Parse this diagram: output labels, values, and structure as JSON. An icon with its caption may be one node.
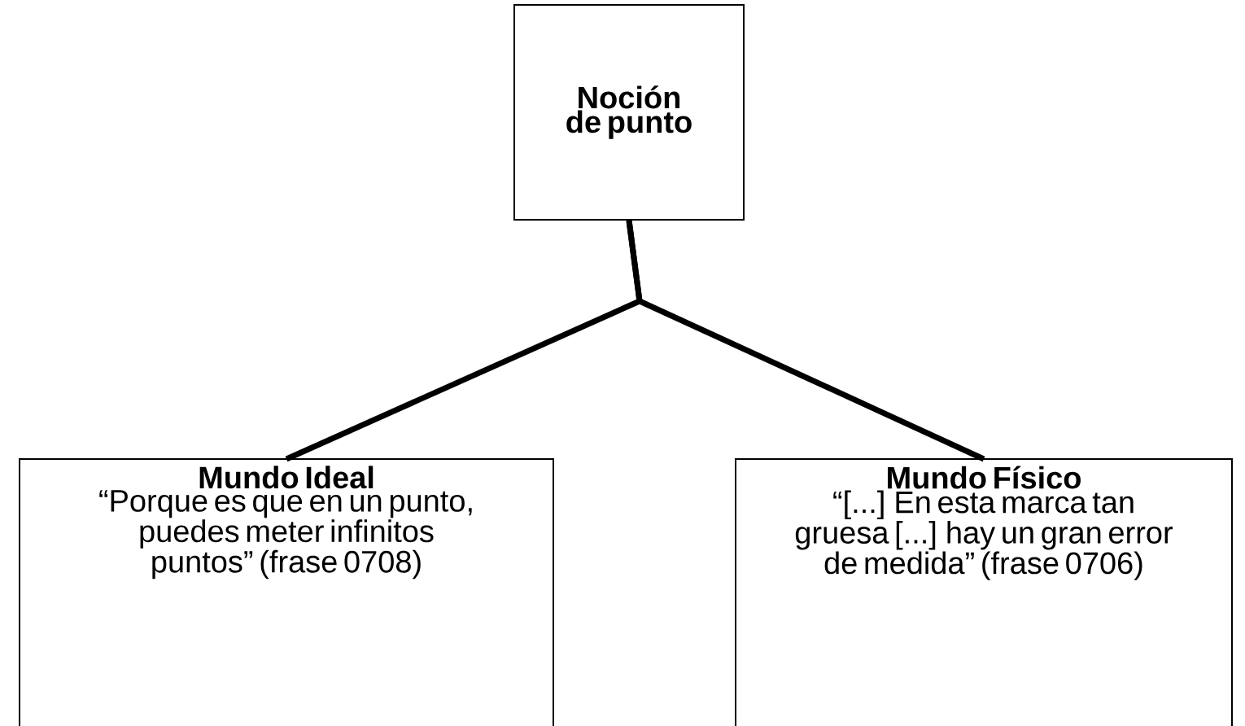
{
  "diagram": {
    "nodes": [
      {
        "text": [
          "Noción de punto"
        ]
      },
      {
        "text": [
          "Mundo Ideal",
          "“Porque es que en un punto, puedes meter infinitos puntos” (frase 0708)"
        ]
      },
      {
        "text": [
          "Mundo Físico",
          "“[...] En esta marca tan gruesa [...] hay un gran error de medida” (frase 0706)"
        ]
      }
    ],
    "edges": [
      {
        "from": 0,
        "to": 1,
        "arrow": "none"
      },
      {
        "from": 0,
        "to": 2,
        "arrow": "none"
      }
    ]
  }
}
